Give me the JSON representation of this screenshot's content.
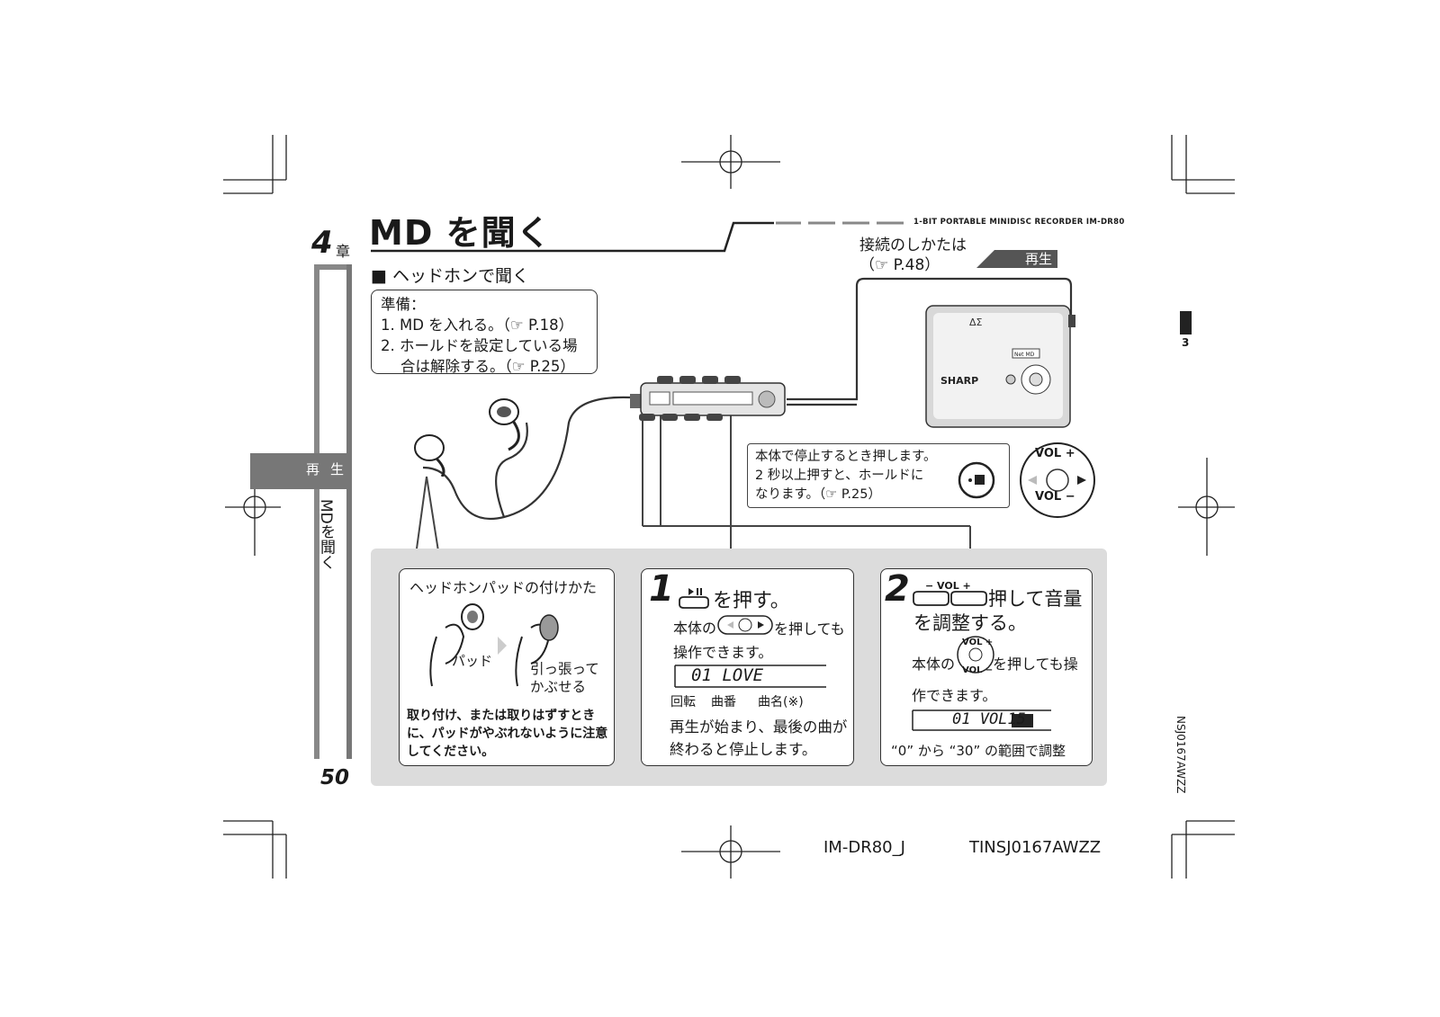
{
  "chapter": {
    "number": "4",
    "label": "章"
  },
  "title": "MD を聞く",
  "model_header": "1-BIT PORTABLE MINIDISC RECORDER IM-DR80",
  "section_heading": "■ ヘッドホンで聞く",
  "prep": {
    "label": "準備：",
    "item1": "1. MD を入れる。（☞ P.18）",
    "item2a": "2. ホールドを設定している場",
    "item2b": "合は解除する。（☞ P.25）"
  },
  "connect_note": {
    "line1": "接続のしかたは",
    "line2": "（☞ P.48）"
  },
  "play_tag": "再生",
  "side_tab": "再生",
  "side_vertical": "MDを聞く",
  "page_number": "50",
  "right_chapter": "3",
  "right_code": "NSJ0167AWZZ",
  "footer": {
    "model": "IM-DR80_J",
    "code": "TINSJ0167AWZZ"
  },
  "stop_note": {
    "line1": "本体で停止するとき押します。",
    "line2": "2 秒以上押すと、ホールドに",
    "line3": "なります。（☞ P.25）"
  },
  "vol_plus": "VOL +",
  "vol_minus": "VOL −",
  "pad_card": {
    "title": "ヘッドホンパッドの付けかた",
    "pad_label": "パッド",
    "pull_line1": "引っ張って",
    "pull_line2": "かぶせる",
    "note": "取り付け、または取りはずすときに、パッドがやぶれないように注意してください。"
  },
  "step1": {
    "number": "1",
    "heading": "を押す。",
    "body1a": "本体の",
    "body1b": "を押しても",
    "body1c": "操作できます。",
    "lcd": "01 LOVE",
    "label_rotate": "回転",
    "label_track": "曲番",
    "label_name": "曲名(※)",
    "body2a": "再生が始まり、最後の曲が",
    "body2b": "終わると停止します。"
  },
  "step2": {
    "number": "2",
    "heading1": "押して音量",
    "heading2": "を調整する。",
    "vol_small": "− VOL +",
    "body1a": "本体の",
    "body1b": "を押しても操",
    "body1c": "作できます。",
    "lcd": "01 VOL15",
    "range": "“0” から “30” の範囲で調整"
  },
  "device": {
    "brand": "SHARP",
    "logo": "ΔΣ",
    "netmd": "Net MD"
  }
}
